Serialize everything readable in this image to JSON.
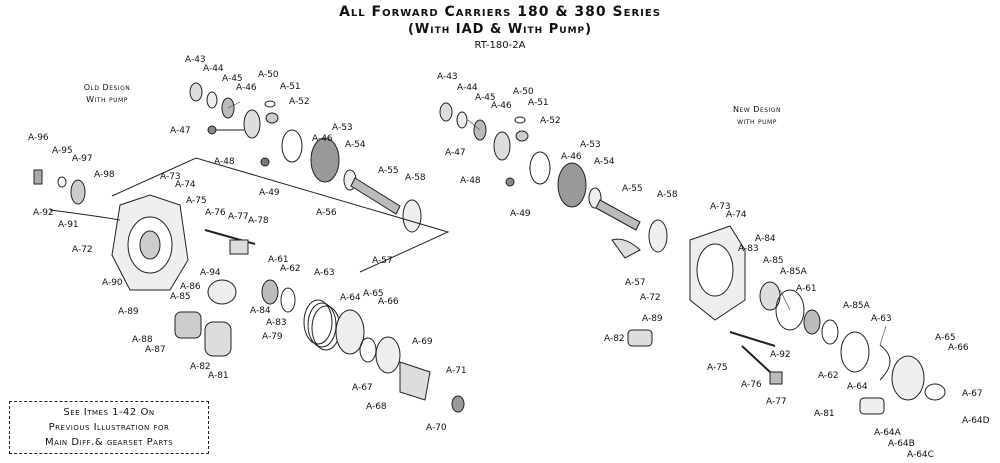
{
  "header": {
    "title": "All Forward Carriers 180 & 380 Series",
    "subtitle": "(With IAD & With Pump)",
    "code": "RT-180-2A"
  },
  "notes": {
    "old_design_line1": "Old Design",
    "old_design_line2": "With pump",
    "new_design_line1": "New Design",
    "new_design_line2": "with pump"
  },
  "box_note": {
    "line1": "See Itmes 1-42 On",
    "line2": "Previous Illustration for",
    "line3": "Main Diff.& gearset Parts"
  },
  "parts_left": [
    "A-43",
    "A-44",
    "A-45",
    "A-46",
    "A-50",
    "A-51",
    "A-52",
    "A-47",
    "A-46",
    "A-53",
    "A-54",
    "A-48",
    "A-49",
    "A-55",
    "A-58",
    "A-96",
    "A-95",
    "A-97",
    "A-98",
    "A-73",
    "A-74",
    "A-75",
    "A-76",
    "A-77",
    "A-78",
    "A-92",
    "A-91",
    "A-56",
    "A-57",
    "A-72",
    "A-94",
    "A-61",
    "A-62",
    "A-63",
    "A-90",
    "A-86",
    "A-85",
    "A-84",
    "A-83",
    "A-64",
    "A-65",
    "A-66",
    "A-89",
    "A-79",
    "A-88",
    "A-87",
    "A-82",
    "A-81",
    "A-69",
    "A-67",
    "A-68",
    "A-71",
    "A-70"
  ],
  "parts_right": [
    "A-43",
    "A-44",
    "A-45",
    "A-46",
    "A-50",
    "A-51",
    "A-52",
    "A-53",
    "A-46",
    "A-54",
    "A-47",
    "A-48",
    "A-49",
    "A-55",
    "A-58",
    "A-73",
    "A-74",
    "A-84",
    "A-83",
    "A-85",
    "A-85A",
    "A-61",
    "A-57",
    "A-72",
    "A-85A",
    "A-63",
    "A-89",
    "A-82",
    "A-92",
    "A-65",
    "A-66",
    "A-62",
    "A-75",
    "A-64",
    "A-67",
    "A-76",
    "A-77",
    "A-81",
    "A-64D",
    "A-64A",
    "A-64B",
    "A-64C"
  ]
}
